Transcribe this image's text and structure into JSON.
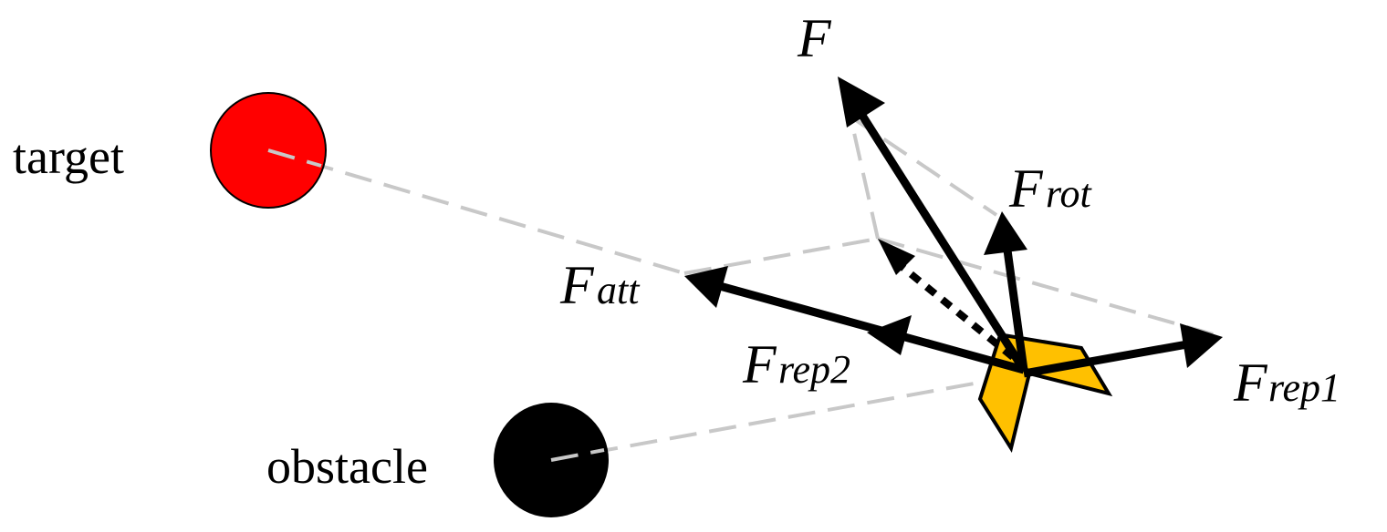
{
  "labels": {
    "target": "target",
    "obstacle": "obstacle",
    "force_symbol": "F",
    "rot_sub": "rot",
    "att_sub": "att",
    "rep1_sub": "rep1",
    "rep2_sub": "rep2"
  },
  "colors": {
    "target": "#ff0000",
    "obstacle": "#000000",
    "robot": "#ffc000",
    "arrow": "#000000",
    "guide": "#c8c8c8"
  }
}
